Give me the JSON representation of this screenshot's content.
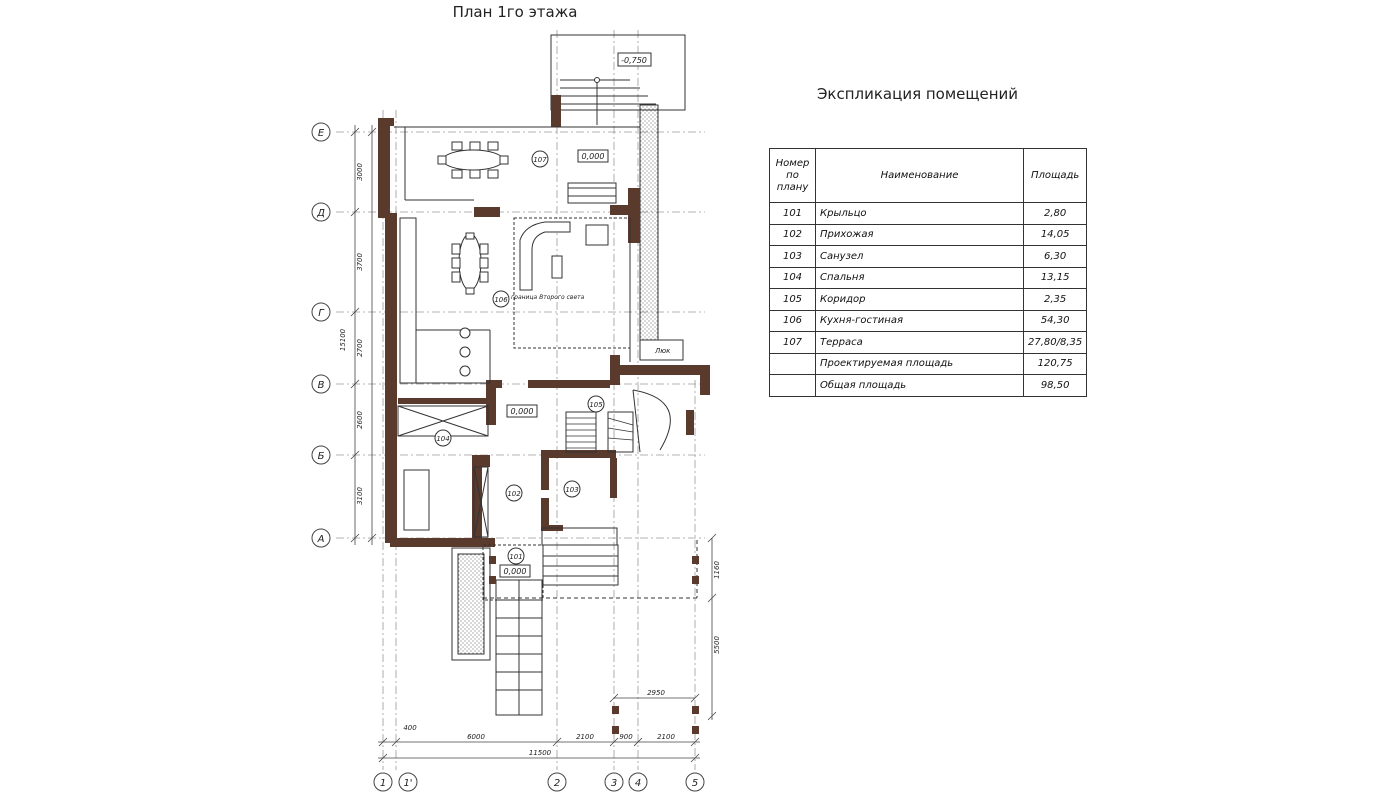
{
  "plan_title": "План 1го этажа",
  "explication_title": "Экспликация помещений",
  "table": {
    "headers": {
      "number": "Номер по плану",
      "name": "Наименование",
      "area": "Площадь"
    },
    "rows": [
      {
        "num": "101",
        "name": "Крыльцо",
        "area": "2,80"
      },
      {
        "num": "102",
        "name": "Прихожая",
        "area": "14,05"
      },
      {
        "num": "103",
        "name": "Санузел",
        "area": "6,30"
      },
      {
        "num": "104",
        "name": "Спальня",
        "area": "13,15"
      },
      {
        "num": "105",
        "name": "Коридор",
        "area": "2,35"
      },
      {
        "num": "106",
        "name": "Кухня-гостиная",
        "area": "54,30"
      },
      {
        "num": "107",
        "name": "Терраса",
        "area": "27,80/8,35"
      },
      {
        "num": "",
        "name": "Проектируемая площадь",
        "area": "120,75"
      },
      {
        "num": "",
        "name": "Общая площадь",
        "area": "98,50"
      }
    ]
  },
  "axes_letters": [
    "Е",
    "Д",
    "Г",
    "В",
    "Б",
    "А"
  ],
  "axes_numbers": [
    "1",
    "1'",
    "2",
    "3",
    "4",
    "5"
  ],
  "vertical_dims": [
    "3000",
    "3700",
    "2700",
    "2600",
    "3100"
  ],
  "vertical_total": "15100",
  "horizontal_dims": [
    "400",
    "6000",
    "2100",
    "900",
    "2100"
  ],
  "horizontal_total": "11500",
  "dim_2950": "2950",
  "dim_1160": "1160",
  "dim_5500": "5500",
  "rooms": [
    "107",
    "106",
    "105",
    "104",
    "103",
    "102",
    "101"
  ],
  "levels": [
    "-0,750",
    "0,000",
    "0,000",
    "0,000"
  ],
  "label_second_light": "граница Второго света",
  "label_hatch": "Люк",
  "colors": {
    "wall": "#5b3a2e",
    "line": "#333333",
    "dash": "#999999"
  }
}
